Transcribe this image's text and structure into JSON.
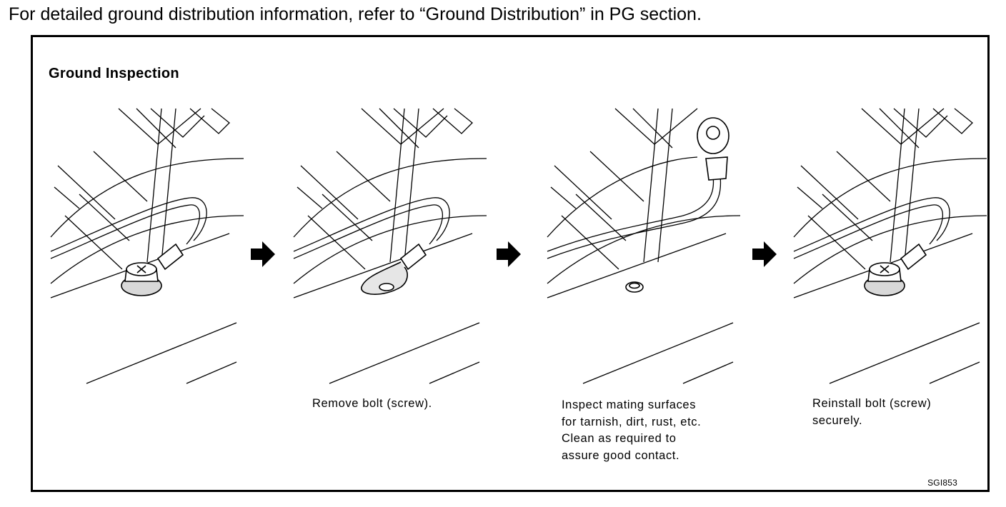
{
  "intro": "For detailed ground distribution information, refer to “Ground Distribution” in PG section.",
  "diagram": {
    "title": "Ground Inspection",
    "steps": [
      {
        "state": "bolt-installed",
        "caption": ""
      },
      {
        "state": "bolt-removed",
        "caption": "Remove bolt (screw)."
      },
      {
        "state": "terminal-lifted",
        "caption": "Inspect mating surfaces\nfor tarnish, dirt, rust, etc.\nClean as required to\nassure good contact."
      },
      {
        "state": "bolt-reinstalled",
        "caption": "Reinstall bolt (screw)\nsecurely."
      }
    ],
    "arrow_icon": "right-arrow-icon",
    "figure_code": "SGI853"
  }
}
